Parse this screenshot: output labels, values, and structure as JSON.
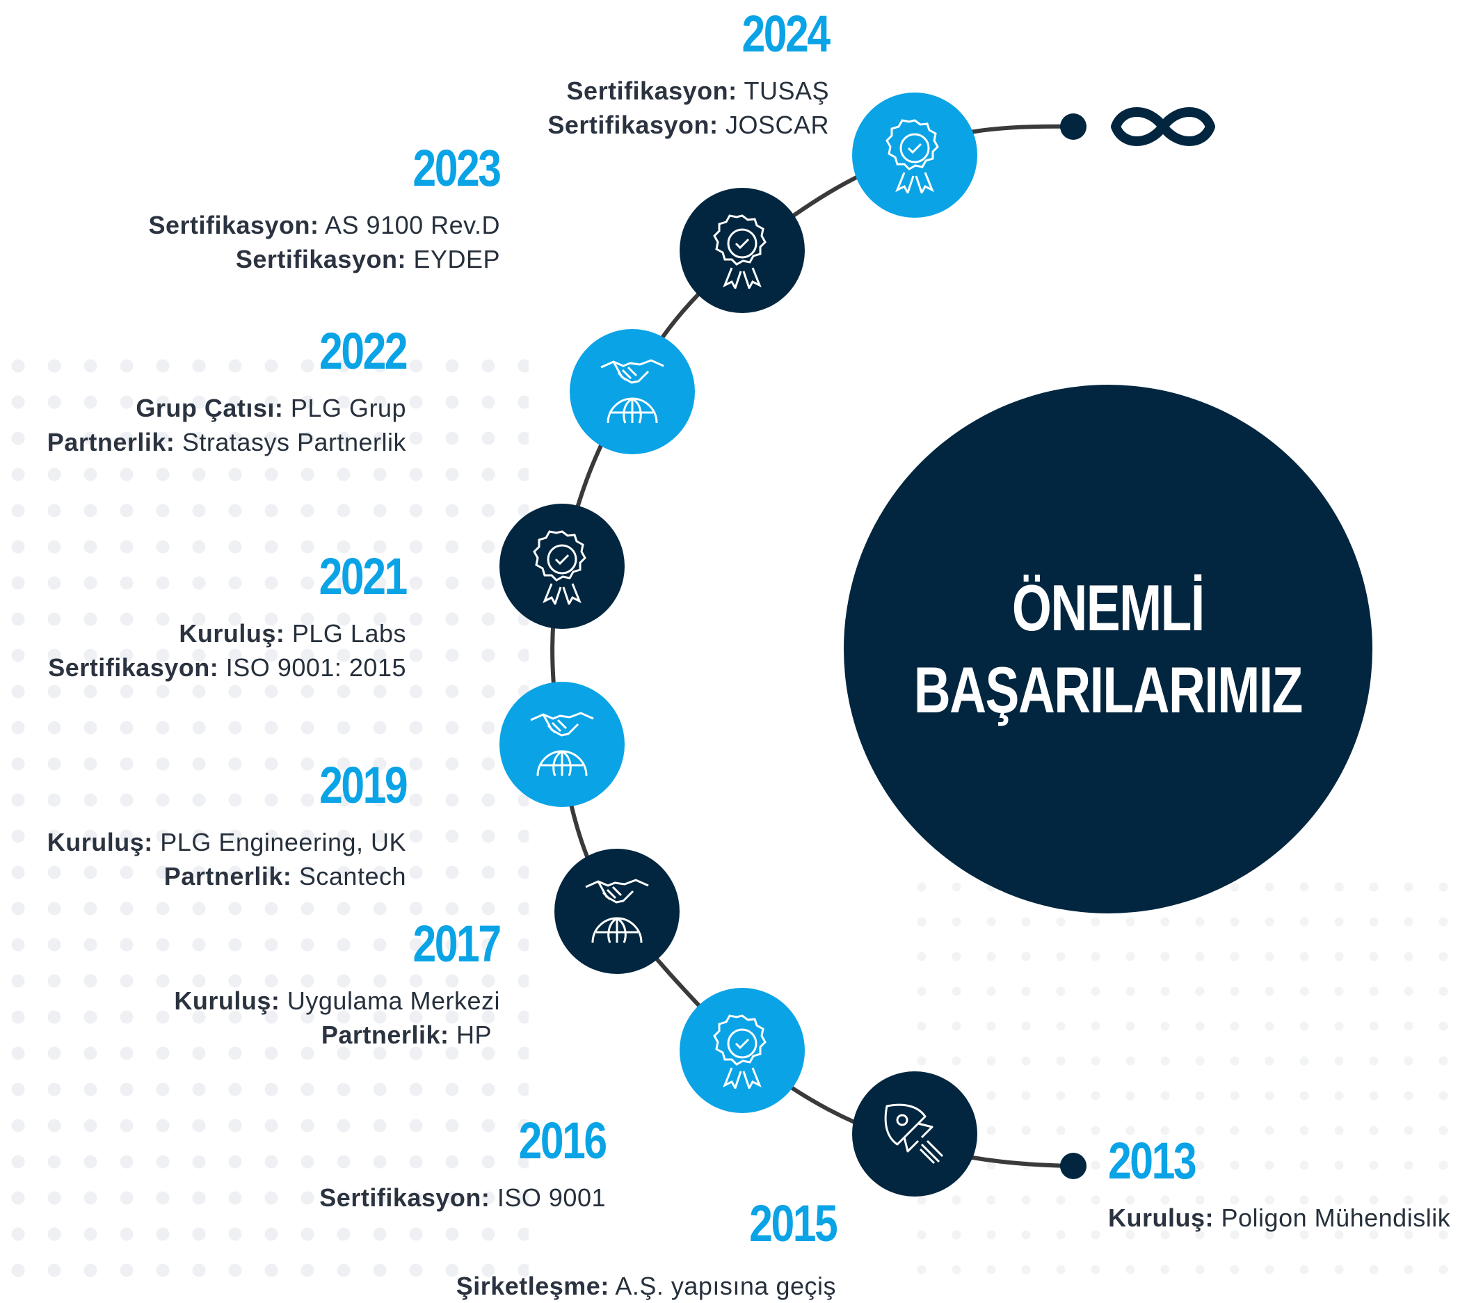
{
  "colors": {
    "accent": "#0aa3e6",
    "dark": "#02263f",
    "line": "#3a3a3a",
    "text": "#26303c"
  },
  "title": {
    "line1": "ÖNEMLİ",
    "line2": "BAŞARILARIMIZ"
  },
  "timeline": {
    "end_icon": "infinity-icon",
    "start_dot": "dot",
    "milestones": [
      {
        "year": "2024",
        "icon": "award-icon",
        "node_color": "blue",
        "items": [
          {
            "label": "Sertifikasyon:",
            "value": "TUSAŞ"
          },
          {
            "label": "Sertifikasyon:",
            "value": "JOSCAR"
          }
        ]
      },
      {
        "year": "2023",
        "icon": "award-icon",
        "node_color": "dark",
        "items": [
          {
            "label": "Sertifikasyon:",
            "value": "AS 9100 Rev.D"
          },
          {
            "label": "Sertifikasyon:",
            "value": "EYDEP"
          }
        ]
      },
      {
        "year": "2022",
        "icon": "handshake-globe-icon",
        "node_color": "blue",
        "items": [
          {
            "label": "Grup Çatısı:",
            "value": "PLG Grup"
          },
          {
            "label": "Partnerlik:",
            "value": "Stratasys Partnerlik"
          }
        ]
      },
      {
        "year": "2021",
        "icon": "award-icon",
        "node_color": "dark",
        "items": [
          {
            "label": "Kuruluş:",
            "value": "PLG Labs"
          },
          {
            "label": "Sertifikasyon:",
            "value": "ISO 9001: 2015"
          }
        ]
      },
      {
        "year": "2019",
        "icon": "handshake-globe-icon",
        "node_color": "blue",
        "items": [
          {
            "label": "Kuruluş:",
            "value": "PLG Engineering, UK"
          },
          {
            "label": "Partnerlik:",
            "value": "Scantech"
          }
        ]
      },
      {
        "year": "2017",
        "icon": "handshake-globe-icon",
        "node_color": "dark",
        "items": [
          {
            "label": "Kuruluş:",
            "value": "Uygulama Merkezi"
          },
          {
            "label": "Partnerlik:",
            "value": "HP"
          }
        ]
      },
      {
        "year": "2016",
        "icon": "award-icon",
        "node_color": "blue",
        "items": [
          {
            "label": "Sertifikasyon:",
            "value": "ISO 9001"
          }
        ]
      },
      {
        "year": "2015",
        "icon": "rocket-icon",
        "node_color": "dark",
        "items": [
          {
            "label": "Şirketleşme:",
            "value": "A.Ş. yapısına geçiş"
          }
        ]
      },
      {
        "year": "2013",
        "icon": "dot",
        "node_color": "dark",
        "items": [
          {
            "label": "Kuruluş:",
            "value": "Poligon Mühendislik"
          }
        ]
      }
    ]
  }
}
